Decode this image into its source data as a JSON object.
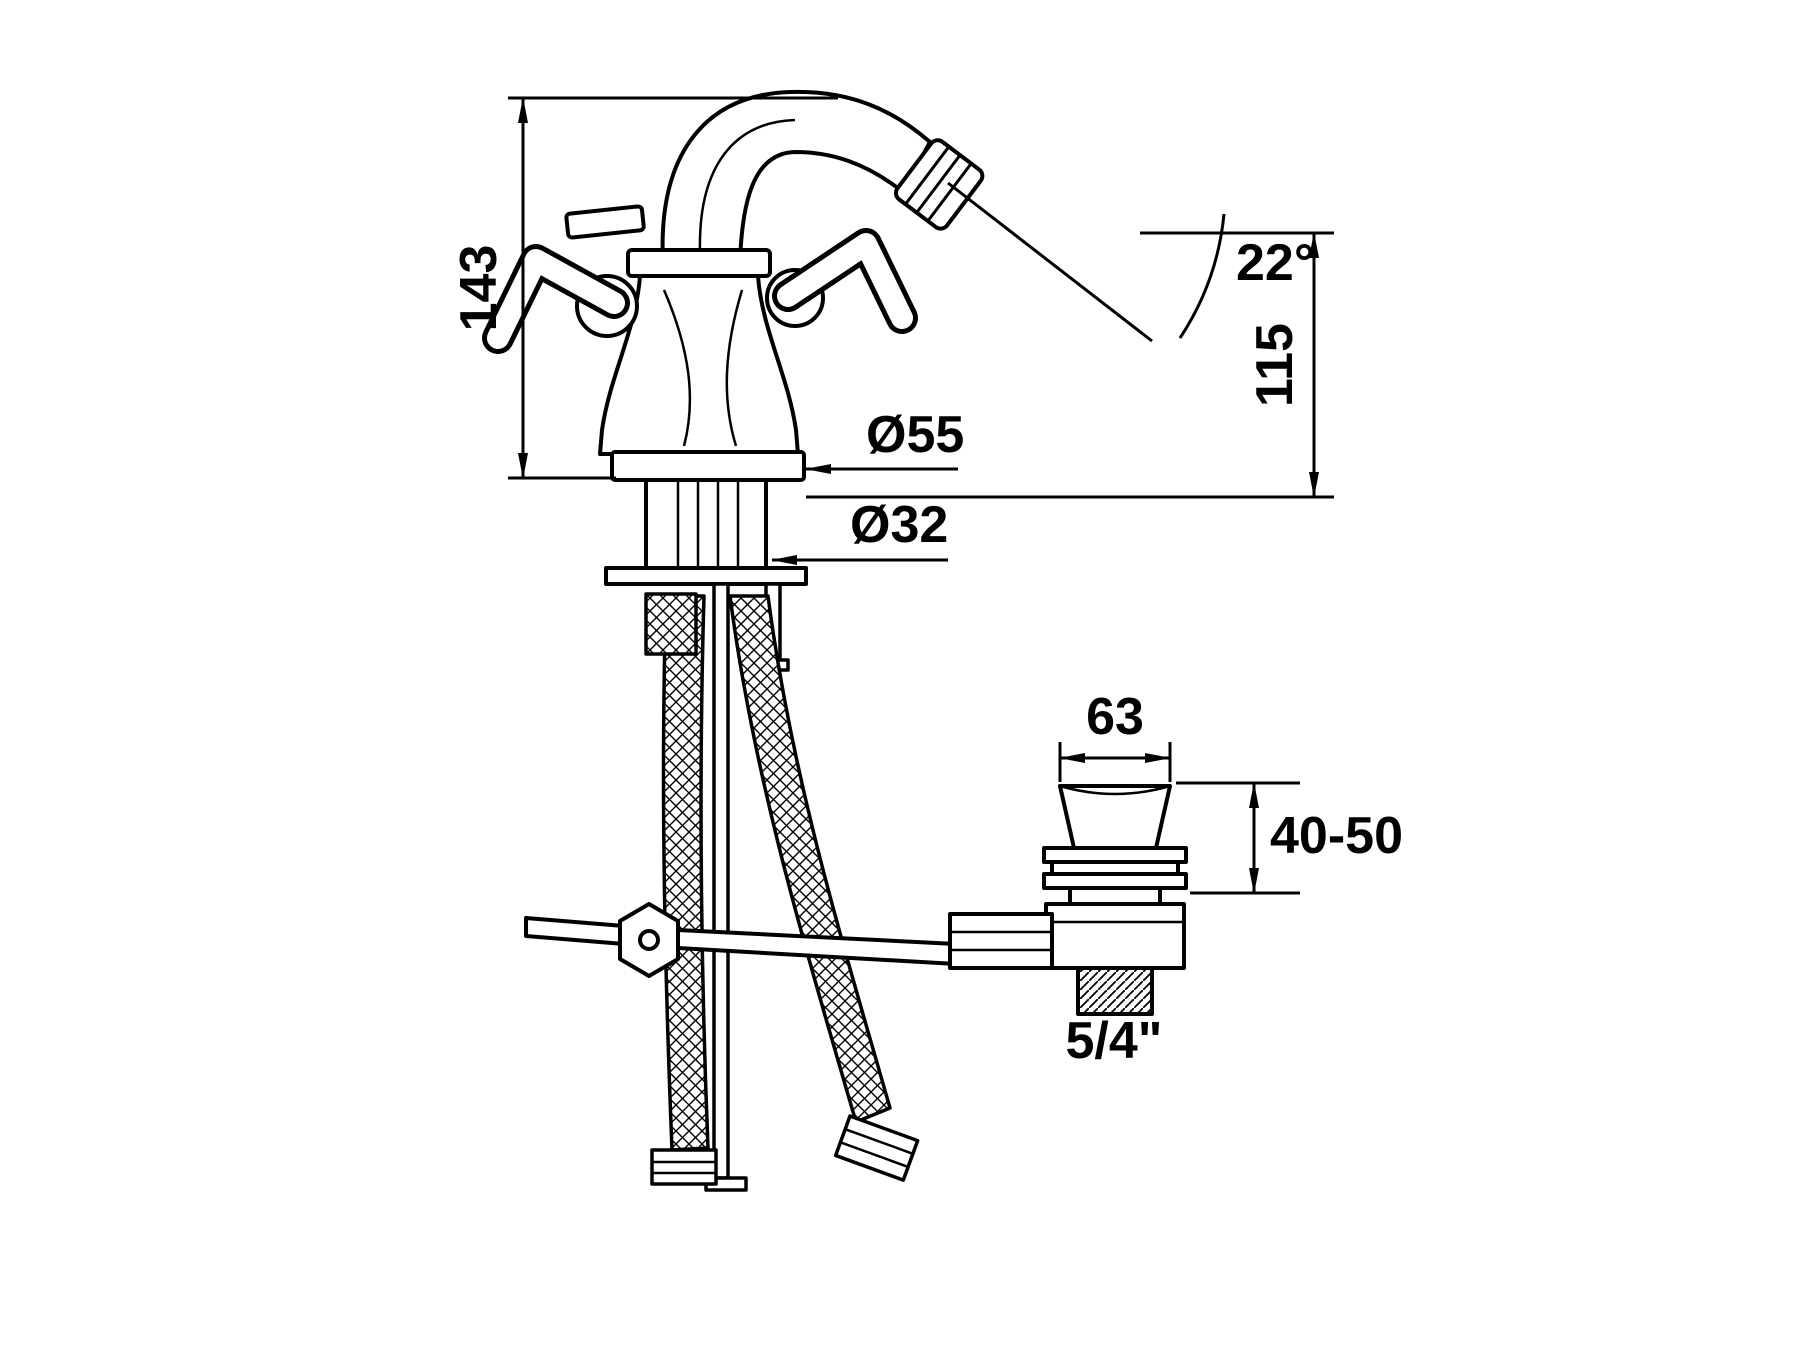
{
  "drawing": {
    "background": "#ffffff",
    "line_color": "#000000",
    "subject": "bidet-mixer-tap-technical-drawing",
    "labels": {
      "total_height": "143",
      "spout_angle": "22°",
      "outlet_height": "115",
      "body_diameter": "Ø55",
      "hole_diameter": "Ø32",
      "waste_top_width": "63",
      "waste_mounting_range": "40-50",
      "waste_thread": "5/4\""
    }
  }
}
